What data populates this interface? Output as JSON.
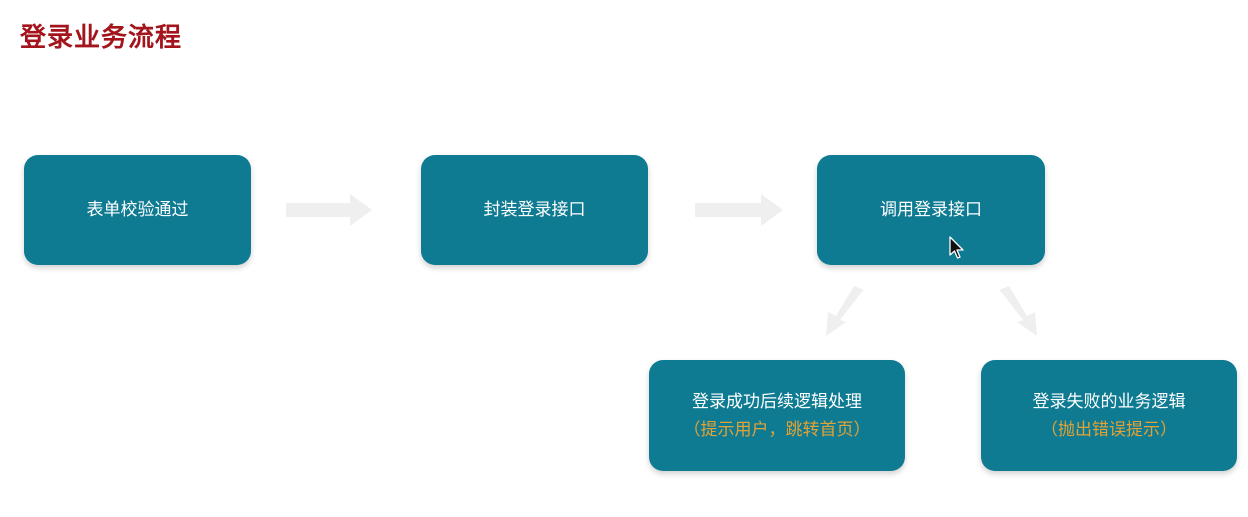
{
  "title": "登录业务流程",
  "steps": [
    {
      "label": "表单校验通过"
    },
    {
      "label": "封装登录接口"
    },
    {
      "label": "调用登录接口"
    },
    {
      "label": "登录成功后续逻辑处理",
      "note": "（提示用户，跳转首页）"
    },
    {
      "label": "登录失败的业务逻辑",
      "note": "（抛出错误提示）"
    }
  ],
  "colors": {
    "box": "#0e7b93",
    "title": "#a3141c",
    "note": "#e3a233",
    "arrow": "#efefef"
  },
  "icons": {
    "cursor": "mouse-pointer-icon",
    "arrow": "arrow-icon"
  }
}
